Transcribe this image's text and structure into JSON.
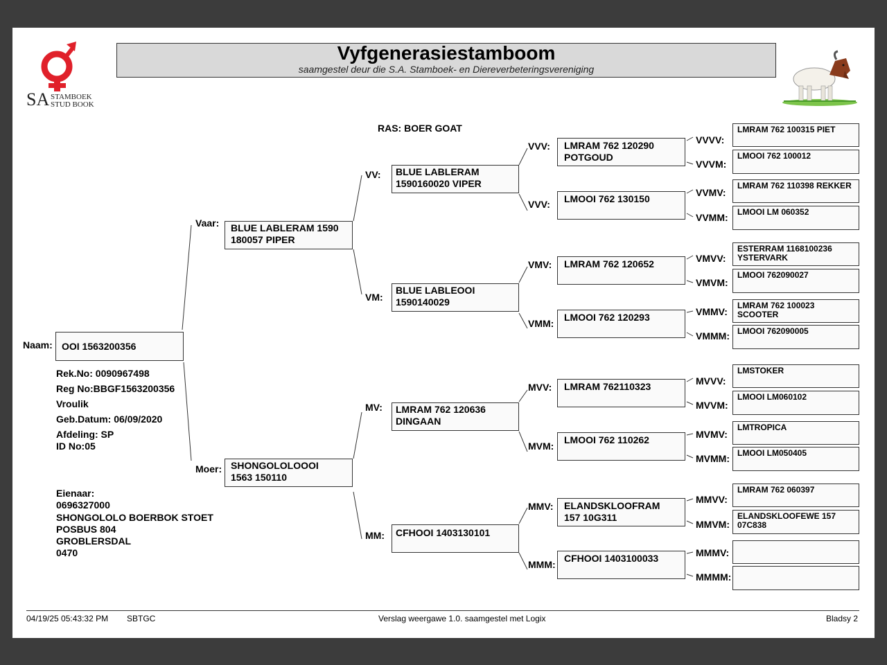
{
  "header": {
    "title": "Vyfgenerasiestamboom",
    "subtitle": "saamgestel deur die S.A. Stamboek- en Diereverbeteringsvereniging",
    "logo": {
      "initials": "SA",
      "line1": "STAMBOEK",
      "line2": "STUD BOOK",
      "color": "#e0202a"
    }
  },
  "breed": "RAS: BOER GOAT",
  "subject": {
    "label": "Naam:",
    "name": "OOI 1563200356",
    "rek_no": "Rek.No: 0090967498",
    "reg_no": "Reg No:BBGF1563200356",
    "sex": "Vroulik",
    "birth": "Geb.Datum: 06/09/2020",
    "division": "Afdeling: SP",
    "id_no": "ID No:05"
  },
  "owner": {
    "label": "Eienaar:",
    "lines": [
      "0696327000",
      "SHONGOLOLO BOERBOK STOET",
      "POSBUS 804",
      "GROBLERSDAL",
      "0470"
    ]
  },
  "gen2": [
    {
      "label": "Vaar:",
      "name": "BLUE LABLERAM 1590\n180057 PIPER"
    },
    {
      "label": "Moer:",
      "name": "SHONGOLOLOOOI\n1563 150110"
    }
  ],
  "gen3": [
    {
      "label": "VV:",
      "name": "BLUE LABLERAM\n1590160020 VIPER"
    },
    {
      "label": "VM:",
      "name": "BLUE LABLEOOI\n1590140029"
    },
    {
      "label": "MV:",
      "name": "LMRAM 762 120636\nDINGAAN"
    },
    {
      "label": "MM:",
      "name": " CFHOOI 1403130101"
    }
  ],
  "gen4": [
    {
      "label": "VVV:",
      "name": "LMRAM 762 120290\nPOTGOUD"
    },
    {
      "label": "VVV:",
      "name": "LMOOI 762 130150"
    },
    {
      "label": "VMV:",
      "name": "LMRAM 762 120652"
    },
    {
      "label": "VMM:",
      "name": "LMOOI 762 120293"
    },
    {
      "label": "MVV:",
      "name": "LMRAM 762110323"
    },
    {
      "label": "MVM:",
      "name": "LMOOI 762 110262"
    },
    {
      "label": "MMV:",
      "name": "ELANDSKLOOFRAM\n157 10G311"
    },
    {
      "label": "MMM:",
      "name": "CFHOOI 1403100033"
    }
  ],
  "gen5": [
    {
      "label": "VVVV:",
      "name": "LMRAM 762 100315 PIET"
    },
    {
      "label": "VVVM:",
      "name": "LMOOI 762 100012"
    },
    {
      "label": "VVMV:",
      "name": "LMRAM 762 110398 REKKER"
    },
    {
      "label": "VVMM:",
      "name": "LMOOI LM 060352"
    },
    {
      "label": "VMVV:",
      "name": "ESTERRAM 1168100236\nYSTERVARK"
    },
    {
      "label": "VMVM:",
      "name": "LMOOI 762090027"
    },
    {
      "label": "VMMV:",
      "name": "LMRAM 762 100023\nSCOOTER"
    },
    {
      "label": "VMMM:",
      "name": "LMOOI 762090005"
    },
    {
      "label": "MVVV:",
      "name": "LMSTOKER"
    },
    {
      "label": "MVVM:",
      "name": "LMOOI LM060102"
    },
    {
      "label": "MVMV:",
      "name": "LMTROPICA"
    },
    {
      "label": "MVMM:",
      "name": "LMOOI LM050405"
    },
    {
      "label": "MMVV:",
      "name": "LMRAM 762 060397"
    },
    {
      "label": "MMVM:",
      "name": "ELANDSKLOOFEWE 157\n07C838"
    },
    {
      "label": "MMMV:",
      "name": ""
    },
    {
      "label": "MMMM:",
      "name": ""
    }
  ],
  "footer": {
    "timestamp": "04/19/25 05:43:32 PM",
    "code": "SBTGC",
    "report": "Verslag weergawe 1.0. saamgestel met Logix",
    "page": "Bladsy 2"
  }
}
